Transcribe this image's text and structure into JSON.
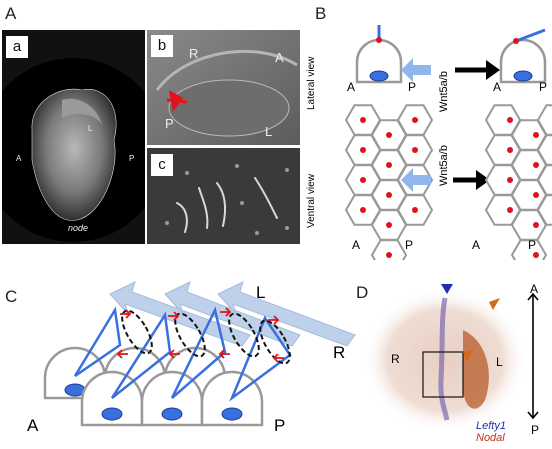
{
  "panels": {
    "A": {
      "letter": "A",
      "sub_a": {
        "label": "a",
        "axis_left": "A",
        "axis_right": "P",
        "mark_L": "L",
        "caption": "node"
      },
      "sub_b": {
        "label": "b",
        "mark_R": "R",
        "mark_A": "A",
        "mark_P": "P",
        "mark_L": "L"
      },
      "sub_c": {
        "label": "c"
      }
    },
    "B": {
      "letter": "B",
      "lateral_label": "Lateral view",
      "ventral_label": "Ventral view",
      "treatment_1": "Wnt5a/b",
      "treatment_2": "Wnt5a/b",
      "axis": {
        "a1": "A",
        "p1": "P",
        "a2": "A",
        "p2": "P",
        "a3": "A",
        "p3": "P",
        "a4": "A",
        "p4": "P"
      }
    },
    "C": {
      "letter": "C",
      "mark_L": "L",
      "mark_R": "R",
      "axis_A": "A",
      "axis_P": "P"
    },
    "D": {
      "letter": "D",
      "mark_R": "R",
      "mark_L": "L",
      "axis_A": "A",
      "axis_P": "P",
      "legend_1": "Lefty1",
      "legend_2": "Nodal"
    }
  },
  "colors": {
    "cilium": "#3a6fe0",
    "dot": "#e0121b",
    "arrow_blue": "#6f9fe0",
    "cell_stroke": "#999999",
    "lefty": "#1f2bb5",
    "nodal": "#c0301a",
    "marker_orange": "#d46a12"
  }
}
